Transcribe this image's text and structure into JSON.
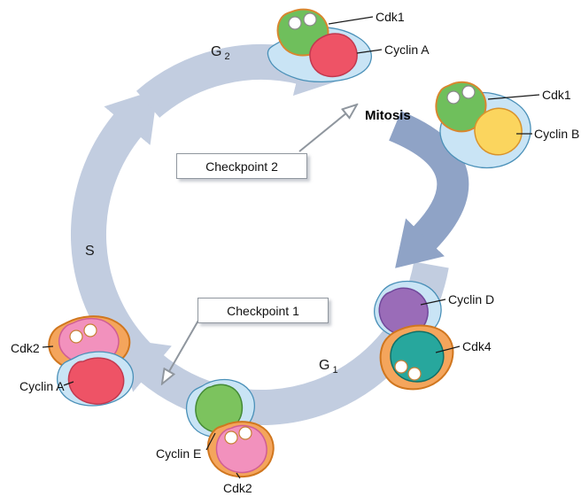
{
  "diagram": {
    "mitosis_label": "Mitosis",
    "phases": [
      {
        "name": "G2",
        "label": "G",
        "sub": "2"
      },
      {
        "name": "S",
        "label": "S",
        "sub": ""
      },
      {
        "name": "G1",
        "label": "G",
        "sub": "1"
      }
    ],
    "checkpoints": [
      {
        "label": "Checkpoint 2"
      },
      {
        "label": "Checkpoint 1"
      }
    ],
    "complexes": {
      "top": {
        "cdk": "Cdk1",
        "cyclin": "Cyclin A"
      },
      "right": {
        "cdk": "Cdk1",
        "cyclin": "Cyclin B"
      },
      "bottom_right": {
        "cyclin": "Cyclin D",
        "cdk": "Cdk4"
      },
      "bottom": {
        "cyclin": "Cyclin E",
        "cdk": "Cdk2"
      },
      "left": {
        "cdk": "Cdk2",
        "cyclin": "Cyclin A"
      }
    },
    "colors": {
      "ring": "#c2cde0",
      "dark_arrow": "#8fa3c6",
      "membrane_blue": "#c9e4f5",
      "membrane_blue_stroke": "#4a90b8",
      "cdk_green": "#6fbf5c",
      "cdk_green_stroke": "#d9862e",
      "cyclin_a_red": "#ee5366",
      "cyclin_a_stroke": "#c2394f",
      "cyclin_b_yellow": "#fbd55e",
      "cyclin_b_stroke": "#d9932c",
      "cyclin_d_purple": "#9a6cb8",
      "cyclin_d_stroke": "#71489b",
      "cdk4_teal": "#27a79d",
      "cdk4_stroke": "#0f7068",
      "cyclin_e_green": "#7cc35e",
      "cyclin_e_stroke": "#448a36",
      "holder_orange": "#f4a55c",
      "holder_orange_stroke": "#d0761e",
      "cdk2_pink": "#f291bd",
      "cdk2_pink_stroke": "#cf5e94",
      "pointer_line": "#1a1a1a",
      "checkpoint_gray": "#8f969e"
    }
  }
}
